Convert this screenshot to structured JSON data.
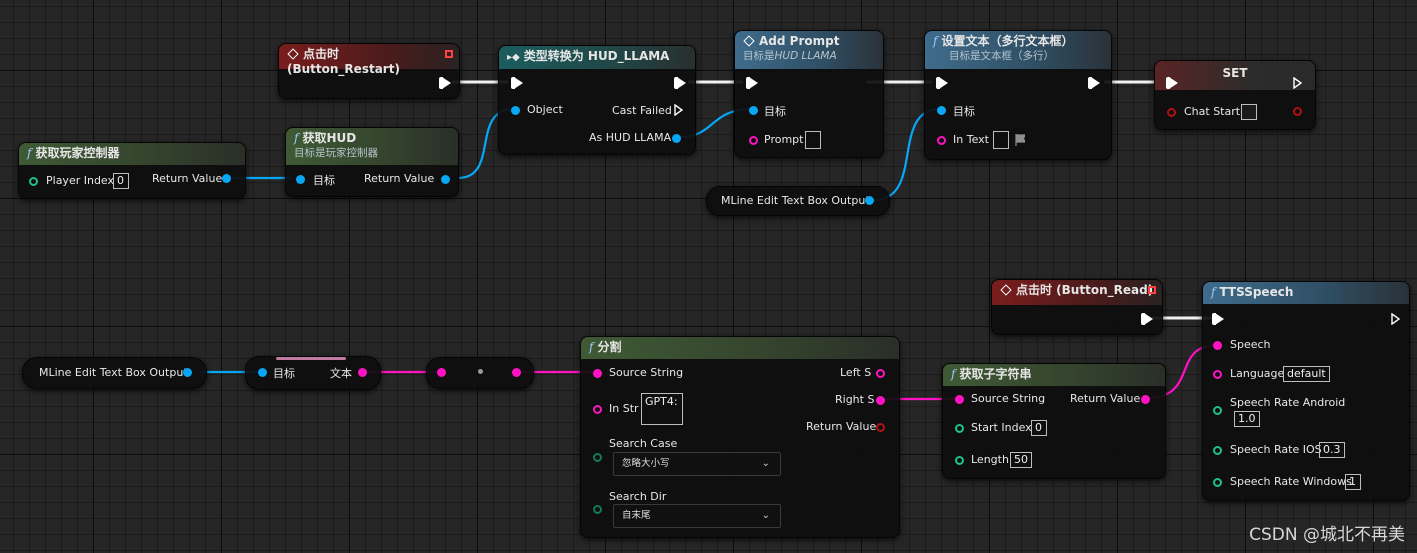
{
  "nodes": {
    "get_player_controller": {
      "title": "获取玩家控制器",
      "player_index_label": "Player Index",
      "player_index_value": "0",
      "return_label": "Return Value"
    },
    "get_hud": {
      "title": "获取HUD",
      "subtitle": "目标是玩家控制器",
      "target_label": "目标",
      "return_label": "Return Value"
    },
    "click_restart": {
      "title": "点击时 (Button_Restart)"
    },
    "cast_hud": {
      "title": "类型转换为 HUD_LLAMA",
      "object_label": "Object",
      "cast_failed_label": "Cast Failed",
      "as_label": "As HUD LLAMA"
    },
    "add_prompt": {
      "title": "Add Prompt",
      "subtitle_prefix": "目标是",
      "subtitle_target": "HUD LLAMA",
      "target_label": "目标",
      "prompt_label": "Prompt"
    },
    "set_text": {
      "title": "设置文本（多行文本框）",
      "subtitle": "目标是文本框（多行）",
      "target_label": "目标",
      "in_text_label": "In Text"
    },
    "set_var": {
      "title": "SET",
      "var_label": "Chat Start"
    },
    "mline_output_top": {
      "label": "MLine Edit Text Box Output"
    },
    "mline_output_bottom": {
      "label": "MLine Edit Text Box Output"
    },
    "get_text": {
      "target_label": "目标",
      "text_label": "文本"
    },
    "split": {
      "title": "分割",
      "source_label": "Source String",
      "instr_label": "In Str",
      "instr_value": "GPT4:",
      "search_case_label": "Search Case",
      "search_case_value": "忽略大小写",
      "search_dir_label": "Search Dir",
      "search_dir_value": "自末尾",
      "left_label": "Left S",
      "right_label": "Right S",
      "return_label": "Return Value"
    },
    "substring": {
      "title": "获取子字符串",
      "source_label": "Source String",
      "start_label": "Start Index",
      "start_value": "0",
      "length_label": "Length",
      "length_value": "50",
      "return_label": "Return Value"
    },
    "click_read": {
      "title": "点击时 (Button_Read)"
    },
    "tts": {
      "title": "TTSSpeech",
      "speech_label": "Speech",
      "language_label": "Language",
      "language_value": "default",
      "rate_android_label": "Speech Rate Android",
      "rate_android_value": "1.0",
      "rate_ios_label": "Speech Rate IOS",
      "rate_ios_value": "0.3",
      "rate_windows_label": "Speech Rate Windows",
      "rate_windows_value": "1"
    }
  },
  "watermark": "CSDN @城北不再美",
  "colors": {
    "exec": "#ffffff",
    "object_pin": "#08a7f5",
    "string_pin": "#ff12c3",
    "int_pin": "#1ec28a",
    "bool_pin": "#8a0b0b"
  }
}
